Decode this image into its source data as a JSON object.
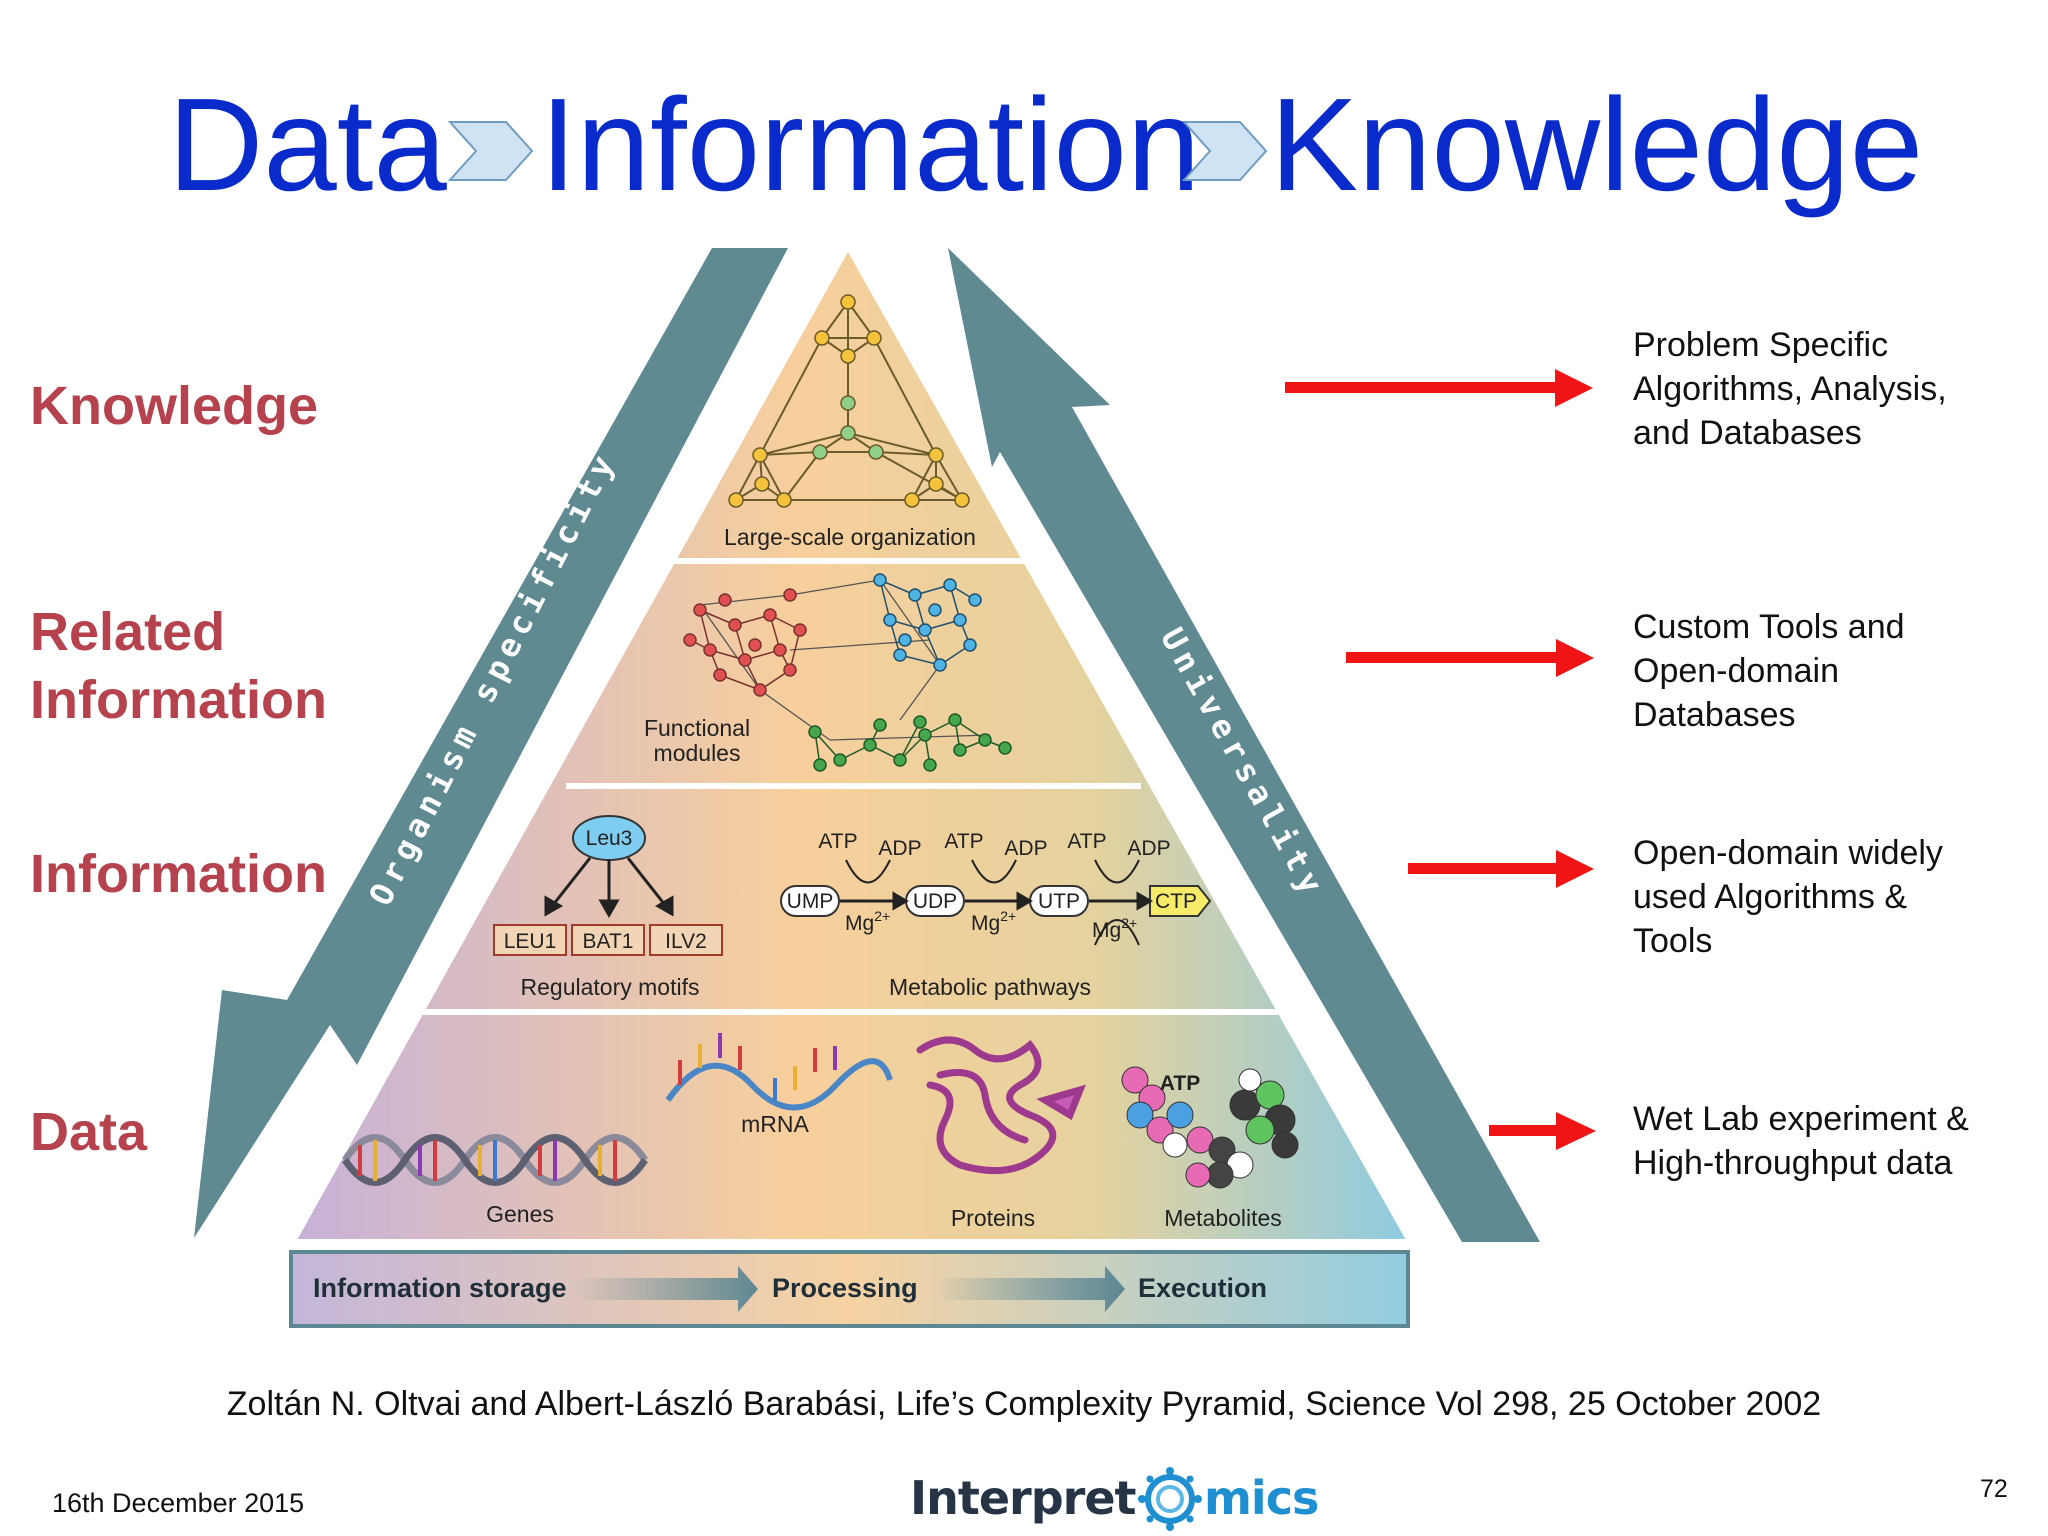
{
  "title": {
    "word1": "Data",
    "word2": "Information",
    "word3": "Knowledge"
  },
  "left_labels": {
    "knowledge": "Knowledge",
    "related_line1": "Related",
    "related_line2": "Information",
    "information": "Information",
    "data": "Data"
  },
  "right_notes": {
    "knowledge": [
      "Problem Specific",
      "Algorithms, Analysis,",
      "and Databases"
    ],
    "related": [
      "Custom Tools and",
      "Open-domain",
      "Databases"
    ],
    "information": [
      "Open-domain widely",
      "used Algorithms &",
      "Tools"
    ],
    "data": [
      "Wet Lab experiment &",
      "High-throughput data"
    ]
  },
  "arrows": {
    "left": "Organism specificity",
    "right": "Universality"
  },
  "pyramid": {
    "tier1_label": "Large-scale organization",
    "tier2_label_line1": "Functional",
    "tier2_label_line2": "modules",
    "tier3_left_label": "Regulatory motifs",
    "tier3_right_label": "Metabolic pathways",
    "leu3": "Leu3",
    "genes_boxes": [
      "LEU1",
      "BAT1",
      "ILV2"
    ],
    "nucleotides": [
      "UMP",
      "UDP",
      "UTP",
      "CTP"
    ],
    "atp": "ATP",
    "adp": "ADP",
    "mg": "Mg",
    "mg_sup": "2+",
    "tier4": {
      "genes": "Genes",
      "mrna": "mRNA",
      "proteins": "Proteins",
      "metabolites": "Metabolites",
      "atp": "ATP"
    }
  },
  "flow": {
    "storage": "Information storage",
    "processing": "Processing",
    "execution": "Execution"
  },
  "citation": "Zoltán N. Oltvai and Albert-László Barabási, Life’s Complexity Pyramid, Science Vol 298, 25 October 2002",
  "footer": {
    "date": "16th December 2015",
    "page": "72",
    "logo_left": "Interpret",
    "logo_right": "mics"
  },
  "colors": {
    "title": "#0a2bcc",
    "labels": "#b5424c",
    "red_arrow": "#f01414",
    "teal_arrow": "#5f8a92"
  }
}
